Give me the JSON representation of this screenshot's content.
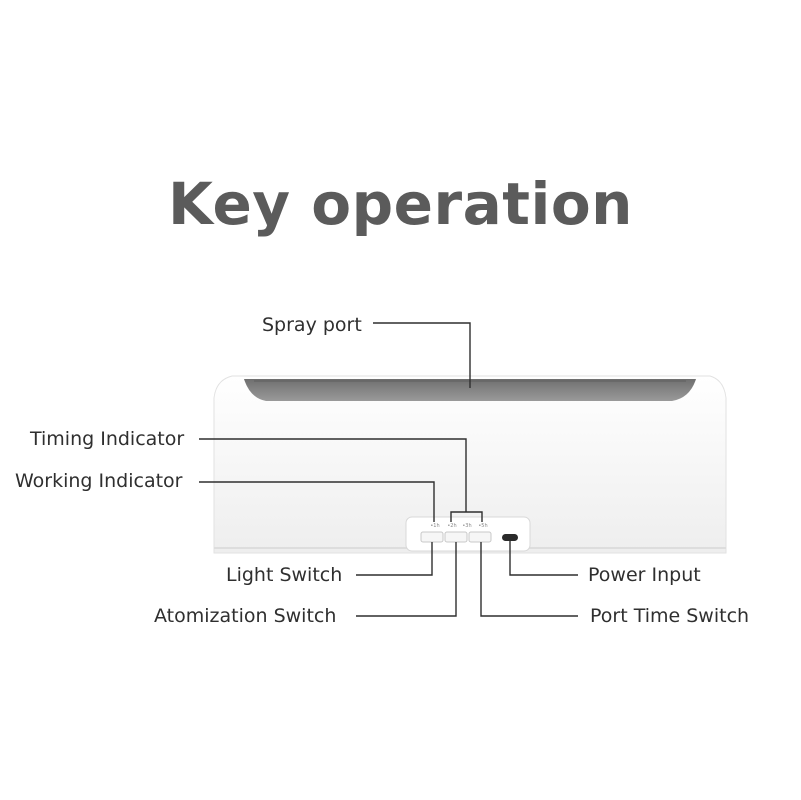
{
  "title": "Key operation",
  "labels": {
    "spray_port": "Spray port",
    "timing_indicator": "Timing Indicator",
    "working_indicator": "Working Indicator",
    "light_switch": "Light Switch",
    "atomization_switch": "Atomization Switch",
    "power_input": "Power Input",
    "port_time_switch": "Port Time Switch"
  },
  "indicator_marks": [
    "•1h",
    "•2h",
    "•3h",
    "•5h"
  ],
  "colors": {
    "title": "#5b5b5b",
    "device_body": "#f4f4f4",
    "spray_port": "#8a8a8a",
    "line": "#2f2f2f"
  }
}
